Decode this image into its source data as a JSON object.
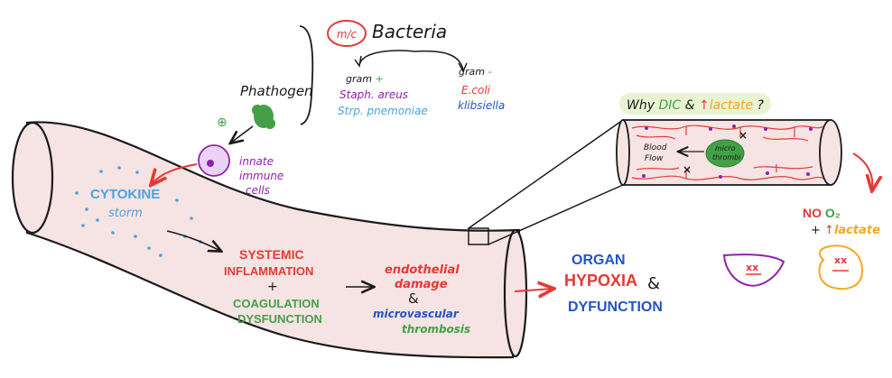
{
  "colors": {
    "vessel_fill": "#f6e3e4",
    "vessel_stroke": "#1a1a1a",
    "red": "#e53935",
    "green": "#43a047",
    "blue": "#2255c4",
    "light_blue": "#4aa3df",
    "purple": "#8e24aa",
    "orange": "#f5a623",
    "yellow_bg": "#e9f3d2",
    "cell_purple": "#c9a0e8"
  },
  "bacteria": {
    "mc_badge": "m/c",
    "title": "Bacteria",
    "gram_pos_label": "gram",
    "gram_pos_sign": "+",
    "gram_neg_label": "gram",
    "gram_neg_sign": "-",
    "gram_pos_items": [
      "Staph. areus",
      "Strp. pnemoniae"
    ],
    "gram_neg_items": [
      "E.coli",
      "klibsiella"
    ]
  },
  "pathogen": {
    "label": "Phathogen",
    "plus": "⊕"
  },
  "immune": {
    "lines": [
      "innate",
      "immune",
      "cells"
    ]
  },
  "cytokine": {
    "lines": [
      "CYTOKINE",
      "storm"
    ]
  },
  "systemic": {
    "line1": "SYSTEMIC",
    "line2": "INFLAMMATION",
    "plus": "+",
    "line3": "COAGULATION",
    "line4": "DYSFUNCTION"
  },
  "endothelial": {
    "line1": "endothelial",
    "line2": "damage",
    "amp": "&",
    "line3": "microvascular",
    "line4": "thrombosis"
  },
  "organ": {
    "line1": "ORGAN",
    "line2": "HYPOXIA",
    "amp": "&",
    "line3": "DYFUNCTION"
  },
  "inset": {
    "question_prefix": "Why",
    "dic": "DIC",
    "amp": "&",
    "up": "↑",
    "lactate": "lactate",
    "qmark": "?",
    "blood_flow_1": "Blood",
    "blood_flow_2": "Flow",
    "thrombi_1": "micro",
    "thrombi_2": "thrombi"
  },
  "outcome": {
    "no": "NO",
    "o2": "O₂",
    "plus": "+",
    "up": "↑",
    "lactate": "lactate",
    "face_left": "xx",
    "face_right": "xx"
  }
}
